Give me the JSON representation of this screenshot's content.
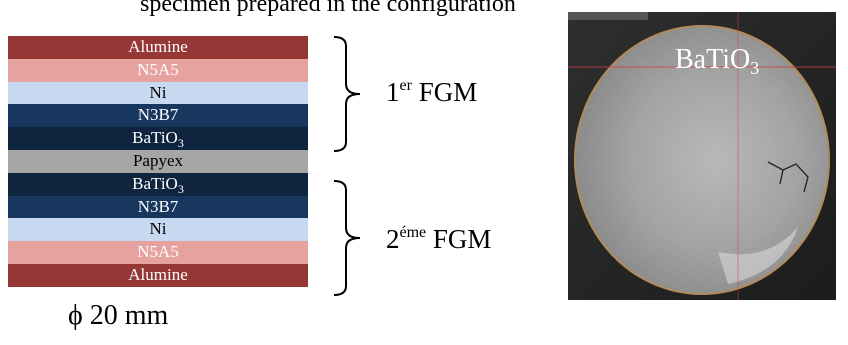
{
  "header": {
    "partial_text": "specimen prepared in the configuration"
  },
  "stack": {
    "layers": [
      {
        "label": "Alumine",
        "sub": "",
        "color": "#953735",
        "text_color": "#ffffff"
      },
      {
        "label": "N5A5",
        "sub": "",
        "color": "#e6a29f",
        "text_color": "#ffffff"
      },
      {
        "label": "Ni",
        "sub": "",
        "color": "#c6d9f1",
        "text_color": "#000000"
      },
      {
        "label": "N3B7",
        "sub": "",
        "color": "#17375e",
        "text_color": "#ffffff"
      },
      {
        "label": "BaTiO",
        "sub": "3",
        "color": "#0f243e",
        "text_color": "#ffffff"
      },
      {
        "label": "Papyex",
        "sub": "",
        "color": "#a6a6a6",
        "text_color": "#000000"
      },
      {
        "label": "BaTiO",
        "sub": "3",
        "color": "#0f243e",
        "text_color": "#ffffff"
      },
      {
        "label": "N3B7",
        "sub": "",
        "color": "#17375e",
        "text_color": "#ffffff"
      },
      {
        "label": "Ni",
        "sub": "",
        "color": "#c6d9f1",
        "text_color": "#000000"
      },
      {
        "label": "N5A5",
        "sub": "",
        "color": "#e6a29f",
        "text_color": "#ffffff"
      },
      {
        "label": "Alumine",
        "sub": "",
        "color": "#953735",
        "text_color": "#ffffff"
      }
    ]
  },
  "groups": {
    "first": {
      "num": "1",
      "sup": "er",
      "name": "FGM"
    },
    "second": {
      "num": "2",
      "sup": "éme",
      "name": "FGM"
    }
  },
  "dimension_label": "ϕ 20 mm",
  "photo": {
    "label": "BaTiO",
    "label_sub": "3"
  }
}
